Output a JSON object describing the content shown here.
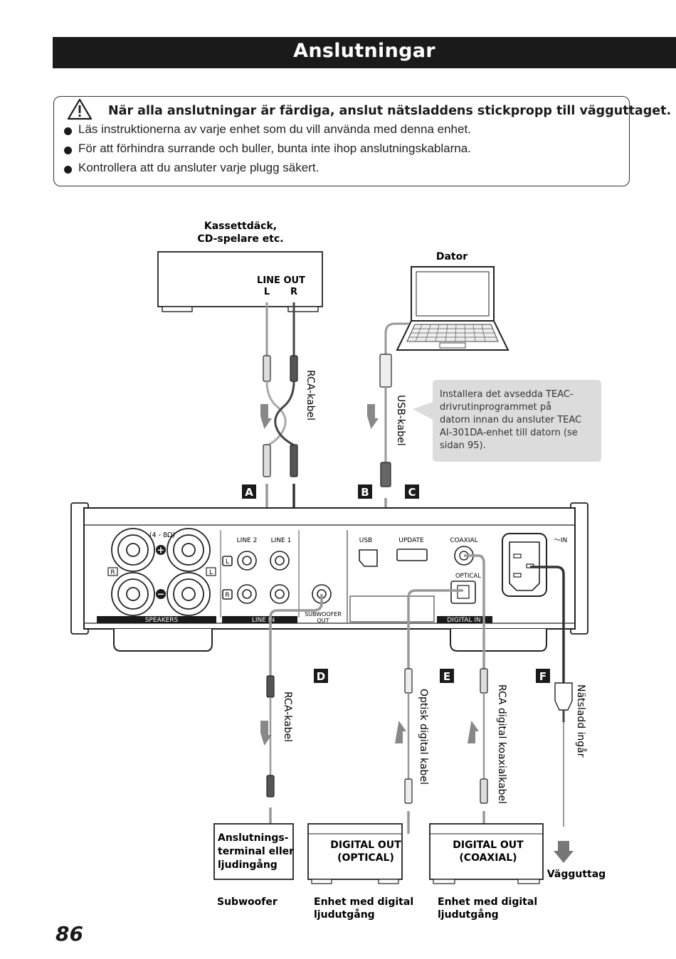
{
  "page": {
    "title": "Anslutningar",
    "number": "86"
  },
  "warning": {
    "heading": "När alla anslutningar är färdiga, anslut nätsladdens stickpropp till vägguttaget.",
    "items": [
      "Läs instruktionerna av varje enhet som du vill använda med denna enhet.",
      "För att förhindra surrande och buller, bunta inte ihop anslutningskablarna.",
      "Kontrollera att du ansluter varje plugg säkert."
    ]
  },
  "diagram": {
    "source_device": {
      "title_line1": "Kassettdäck,",
      "title_line2": "CD-spelare etc.",
      "port_label": "LINE OUT",
      "left": "L",
      "right": "R"
    },
    "computer": {
      "label": "Dator"
    },
    "note": {
      "lines": [
        "Installera det avsedda TEAC-",
        "drivrutinprogrammet på",
        "datorn innan du ansluter TEAC",
        "AI-301DA-enhet till datorn (se",
        "sidan 95)."
      ]
    },
    "cables": {
      "rca_a": "RCA-kabel",
      "usb": "USB-kabel",
      "rca_d": "RCA-kabel",
      "optical": "Optisk digital kabel",
      "coaxial": "RCA digital koaxialkabel",
      "power": "Nätsladd ingår"
    },
    "markers": [
      "A",
      "B",
      "C",
      "D",
      "E",
      "F"
    ],
    "panel": {
      "ohms": "(4 - 8Ω)",
      "plus": "+",
      "minus": "−",
      "r": "R",
      "l": "L",
      "speakers": "SPEAKERS",
      "line2": "LINE 2",
      "line1": "LINE 1",
      "line_in": "LINE IN",
      "subwoofer_out_1": "SUBWOOFER",
      "subwoofer_out_2": "OUT",
      "usb": "USB",
      "update": "UPDATE",
      "coaxial": "COAXIAL",
      "optical": "OPTICAL",
      "digital_in": "DIGITAL IN",
      "ac_in": "～IN"
    },
    "destinations": {
      "subwoofer_box": [
        "Anslutnings-",
        "terminal eller",
        "ljudingång"
      ],
      "subwoofer_label": "Subwoofer",
      "optical_box": [
        "DIGITAL OUT",
        "(OPTICAL)"
      ],
      "optical_label": [
        "Enhet med digital",
        "ljudutgång"
      ],
      "coaxial_box": [
        "DIGITAL OUT",
        "(COAXIAL)"
      ],
      "coaxial_label": [
        "Enhet med digital",
        "ljudutgång"
      ],
      "wall": "Vägguttag"
    }
  }
}
